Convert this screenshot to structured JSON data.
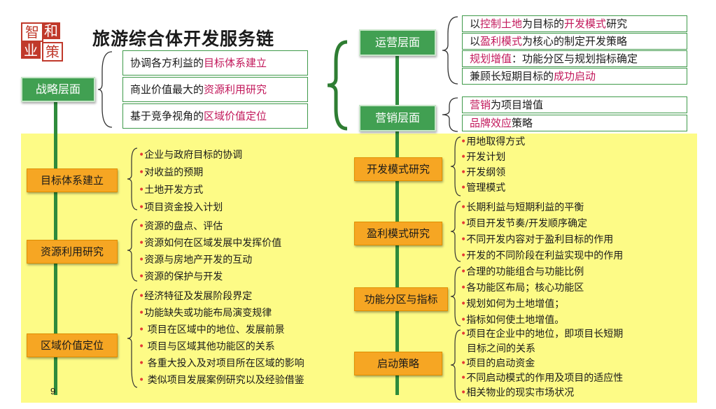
{
  "logo": {
    "chars": [
      "智",
      "和",
      "业",
      "策"
    ],
    "color": "#c0392b"
  },
  "title": "旅游综合体开发服务链",
  "page_number": "9",
  "colors": {
    "green": "#41a052",
    "orange": "#f6a623",
    "yellow_band": "#fdfb86",
    "highlight": "#c2185b",
    "bullet": "#e53935"
  },
  "strategy": {
    "label": "战略层面",
    "items": [
      {
        "pre": "协调各方利益的",
        "hl": "目标体系建立",
        "post": ""
      },
      {
        "pre": "商业价值最大的",
        "hl": "资源利用研究",
        "post": ""
      },
      {
        "pre": "基于竞争视角的",
        "hl": "区域价值定位",
        "post": ""
      }
    ]
  },
  "operation": {
    "label": "运营层面",
    "items": [
      {
        "pre": "以",
        "hl": "控制土地",
        "mid": "为目标的",
        "hl2": "开发模式",
        "post": "研究"
      },
      {
        "pre": "以",
        "hl": "盈利模式",
        "mid": "为核心的制定开发策略",
        "hl2": "",
        "post": ""
      },
      {
        "pre": "",
        "hl": "规划增值",
        "mid": "：功能分区与规划指标确定",
        "hl2": "",
        "post": ""
      },
      {
        "pre": "兼顾长短期目标的",
        "hl": "成功启动",
        "mid": "",
        "hl2": "",
        "post": ""
      }
    ]
  },
  "marketing": {
    "label": "营销层面",
    "items": [
      {
        "pre": "",
        "hl": "营销",
        "post": "为项目增值"
      },
      {
        "pre": "",
        "hl": "品牌效应",
        "post": "策略"
      }
    ]
  },
  "left_sections": [
    {
      "label": "目标体系建立",
      "bullets": [
        "企业与政府目标的协调",
        "对收益的预期",
        "土地开发方式",
        "项目资金投入计划"
      ]
    },
    {
      "label": "资源利用研究",
      "bullets": [
        "资源的盘点、评估",
        "资源如何在区域发展中发挥价值",
        "资源与房地产开发的互动",
        "资源的保护与开发"
      ]
    },
    {
      "label": "区域价值定位",
      "bullets": [
        "经济特征及发展阶段界定",
        "功能缺失或功能布局演变规律",
        " 项目在区域中的地位、发展前景",
        " 项目与区域其他功能区的关系",
        " 各重大投入及对项目所在区域的影响",
        " 类似项目发展案例研究以及经验借鉴"
      ]
    }
  ],
  "right_sections": [
    {
      "label": "开发模式研究",
      "bullets": [
        "用地取得方式",
        "开发计划",
        "开发纲领",
        "管理模式"
      ]
    },
    {
      "label": "盈利模式研究",
      "bullets": [
        "长期利益与短期利益的平衡",
        "项目开发节奏/开发顺序确定",
        "不同开发内容对于盈利目标的作用",
        "开发的不同阶段在利益实现中的作用"
      ]
    },
    {
      "label": "功能分区与指标",
      "bullets": [
        "合理的功能组合与功能比例",
        "各功能区布局；核心功能区",
        "规划如何为土地增值；",
        "指标如何使土地增值。"
      ]
    },
    {
      "label": "启动策略",
      "bullets": [
        "项目在企业中的地位，即项目长短期",
        "目标之间的关系",
        "项目的启动资金",
        "不同启动模式的作用及项目的适应性",
        "相关物业的现实市场状况"
      ]
    }
  ]
}
